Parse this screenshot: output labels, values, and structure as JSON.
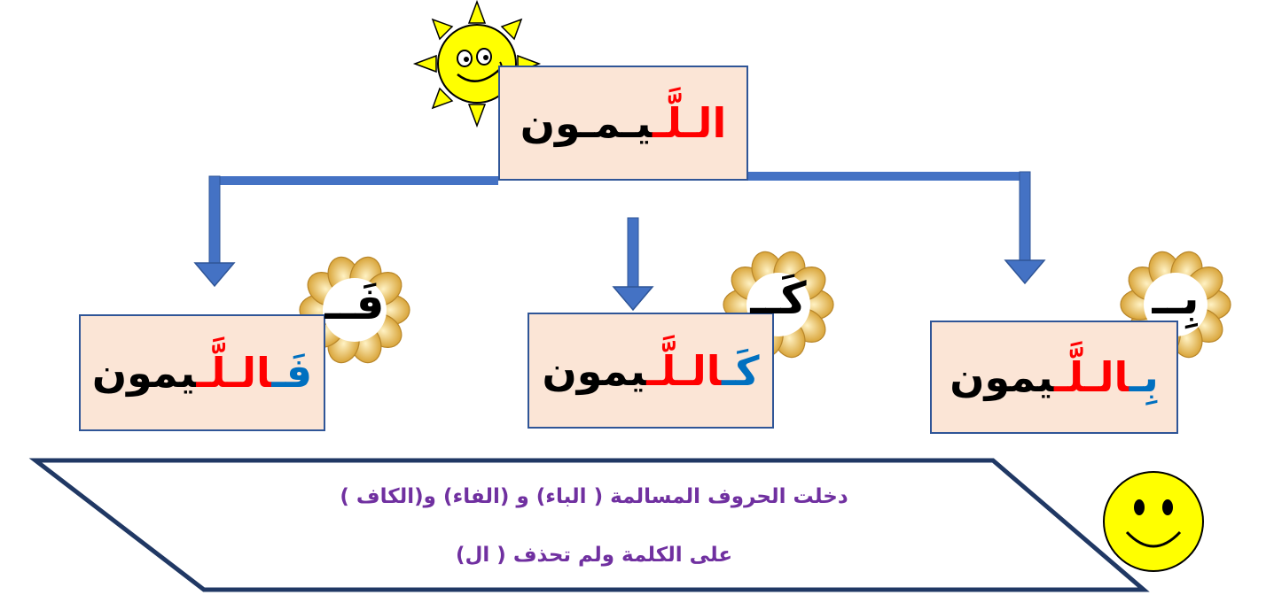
{
  "top": {
    "word_parts": [
      {
        "text": "الـ",
        "color": "red"
      },
      {
        "text": "لَّـ",
        "color": "red"
      },
      {
        "text": "يـمـون",
        "color": "black"
      }
    ]
  },
  "children": [
    {
      "id": "right",
      "letter": "بِــ",
      "word_parts": [
        {
          "text": "بِـ",
          "color": "blue"
        },
        {
          "text": "الـلَّـ",
          "color": "red"
        },
        {
          "text": "يمون",
          "color": "black"
        }
      ]
    },
    {
      "id": "middle",
      "letter": "كَــ",
      "word_parts": [
        {
          "text": "كَـ",
          "color": "blue"
        },
        {
          "text": "الـلَّـ",
          "color": "red"
        },
        {
          "text": "يمون",
          "color": "black"
        }
      ]
    },
    {
      "id": "left",
      "letter": "فَــ",
      "word_parts": [
        {
          "text": "فَـ",
          "color": "blue"
        },
        {
          "text": "الـلَّـ",
          "color": "red"
        },
        {
          "text": "يمون",
          "color": "black"
        }
      ]
    }
  ],
  "banner": {
    "line1": "دخلت الحروف المسالمة ( الباء) و (الفاء) و(الكاف )",
    "line2": "على الكلمة ولم تحذف ( ال)"
  },
  "colors": {
    "box_fill": "#fbe5d6",
    "box_border": "#2f5597",
    "connector": "#4472c4",
    "red": "#ff0000",
    "blue": "#0070c0",
    "banner_text": "#7030a0",
    "sun": "#ffff00",
    "flower": "#e8c35a"
  }
}
